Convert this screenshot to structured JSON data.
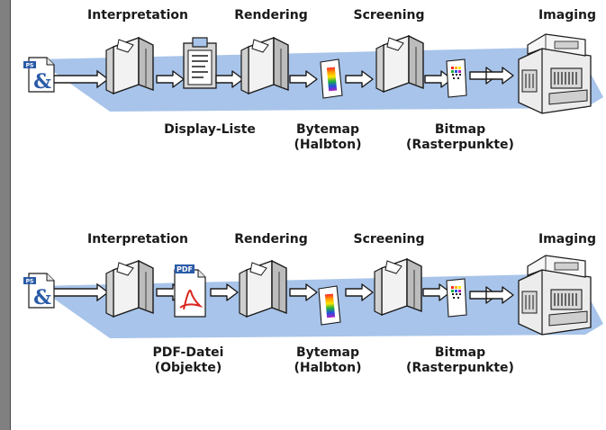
{
  "pipelines": [
    {
      "stages": [
        "Interpretation",
        "Rendering",
        "Screening",
        "Imaging"
      ],
      "products": {
        "intermediate_1": "Display-Liste",
        "intermediate_2": "Bytemap\n(Halbton)",
        "intermediate_3": "Bitmap\n(Rasterpunkte)"
      },
      "icons": [
        "postscript-document",
        "interpreter-box",
        "display-list-clipboard",
        "renderer-box",
        "bytemap-page",
        "screener-box",
        "bitmap-page",
        "printer"
      ]
    },
    {
      "stages": [
        "Interpretation",
        "Rendering",
        "Screening",
        "Imaging"
      ],
      "products": {
        "intermediate_1": "PDF-Datei\n(Objekte)",
        "intermediate_2": "Bytemap\n(Halbton)",
        "intermediate_3": "Bitmap\n(Rasterpunkte)"
      },
      "pdf_badge": "PDF",
      "icons": [
        "postscript-document",
        "interpreter-box",
        "pdf-file",
        "renderer-box",
        "bytemap-page",
        "screener-box",
        "bitmap-page",
        "printer"
      ]
    }
  ],
  "doc_icon_text": {
    "ps": "PS",
    "amp": "&"
  },
  "colors": {
    "ground": "#a8c4ea",
    "arrow_fill": "#ffffff",
    "stroke": "#1a1a1a",
    "box": "#d6d6d6",
    "pdf_red": "#d8261e",
    "pdf_blue": "#2a5ba8",
    "frame": "#808080"
  }
}
